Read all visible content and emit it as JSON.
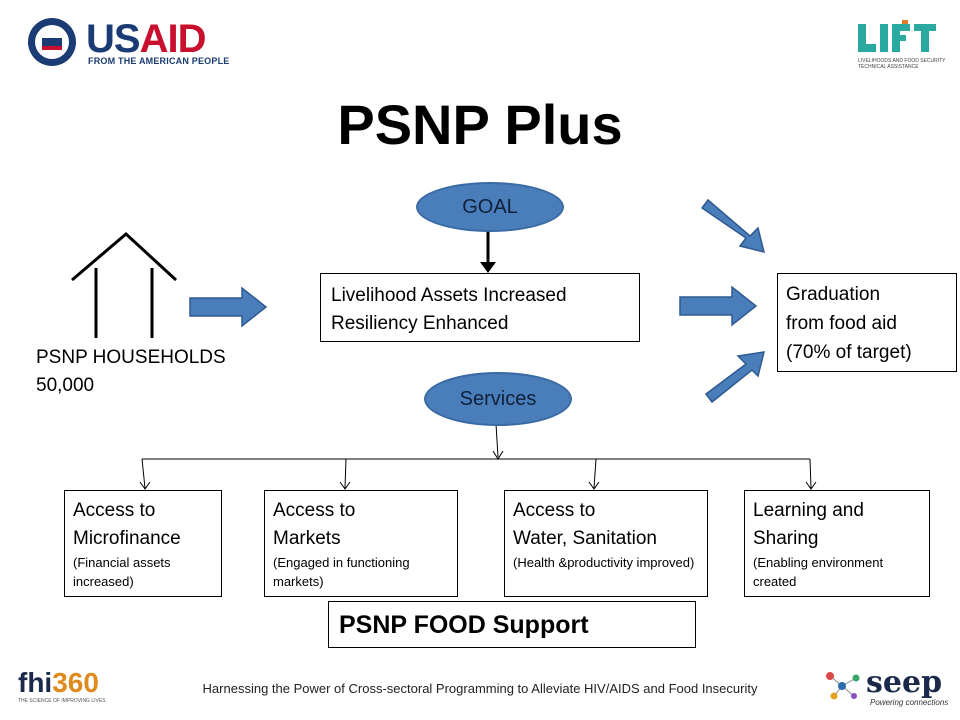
{
  "header": {
    "usaid_word_us": "US",
    "usaid_word_aid": "AID",
    "usaid_tagline": "FROM THE AMERICAN PEOPLE",
    "lift_tagline": "LIVELIHOODS AND FOOD SECURITY TECHNICAL ASSISTANCE"
  },
  "title": "PSNP Plus",
  "goal": "GOAL",
  "services": "Services",
  "outcome": {
    "line1": "Livelihood Assets Increased",
    "line2": "Resiliency Enhanced"
  },
  "graduation": {
    "line1": "Graduation",
    "line2": "from food aid",
    "line3": "(70% of target)"
  },
  "households": {
    "line1": "PSNP HOUSEHOLDS",
    "line2": "50,000"
  },
  "service_boxes": [
    {
      "line1": "Access to",
      "line2": "Microfinance",
      "sub": "(Financial assets increased)"
    },
    {
      "line1": "Access to",
      "line2": "Markets",
      "sub": "(Engaged in functioning markets)"
    },
    {
      "line1": "Access to",
      "line2": "Water, Sanitation",
      "sub": "(Health &productivity improved)"
    },
    {
      "line1": "Learning and",
      "line2": "Sharing",
      "sub": "(Enabling environment created"
    }
  ],
  "food_support": "PSNP FOOD Support",
  "footer": "Harnessing the Power of Cross-sectoral Programming to Alleviate HIV/AIDS and Food Insecurity",
  "footer_logos": {
    "fhi_main": "fhi",
    "fhi_number": "360",
    "fhi_tagline": "THE SCIENCE OF IMPROVING LIVES",
    "seep_name": "seep",
    "seep_tagline": "Powering connections"
  },
  "colors": {
    "arrow_fill": "#4a7ebb",
    "arrow_stroke": "#2f5a8f",
    "oval_fill": "#4a7ebb",
    "usaid_blue": "#1a3b73",
    "usaid_red": "#c8102e",
    "lift_teal": "#2aa9a0"
  }
}
